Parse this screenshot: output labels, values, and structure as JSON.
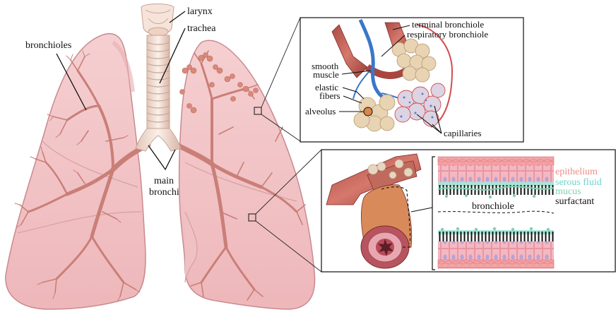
{
  "labels": {
    "larynx": "larynx",
    "trachea": "trachea",
    "bronchioles": "bronchioles",
    "main_bronchi_line1": "main",
    "main_bronchi_line2": "bronchi",
    "terminal_bronchiole": "terminal bronchiole",
    "respiratory_bronchiole": "respiratory bronchiole",
    "smooth_muscle_line1": "smooth",
    "smooth_muscle_line2": "muscle",
    "elastic_fibers_line1": "elastic",
    "elastic_fibers_line2": "fibers",
    "alveolus": "alveolus",
    "capillaries": "capillaries",
    "epithelium": "epithelium",
    "serous_fluid": "serous fluid",
    "mucus": "mucus",
    "surfactant": "surfactant",
    "bronchiole": "bronchiole"
  },
  "colors": {
    "lung_fill": "#f2c4c6",
    "lung_stroke": "#c98a8e",
    "airway": "#d98c86",
    "alveoli": "#e9d6b8",
    "capillary": "#d44c4c",
    "vessel_blue": "#3a77c9",
    "epithelium_text": "#f08c86",
    "serous_fluid_text": "#6fd3cf",
    "mucus_text": "#7fd1b0",
    "surfactant_text": "#111111"
  }
}
